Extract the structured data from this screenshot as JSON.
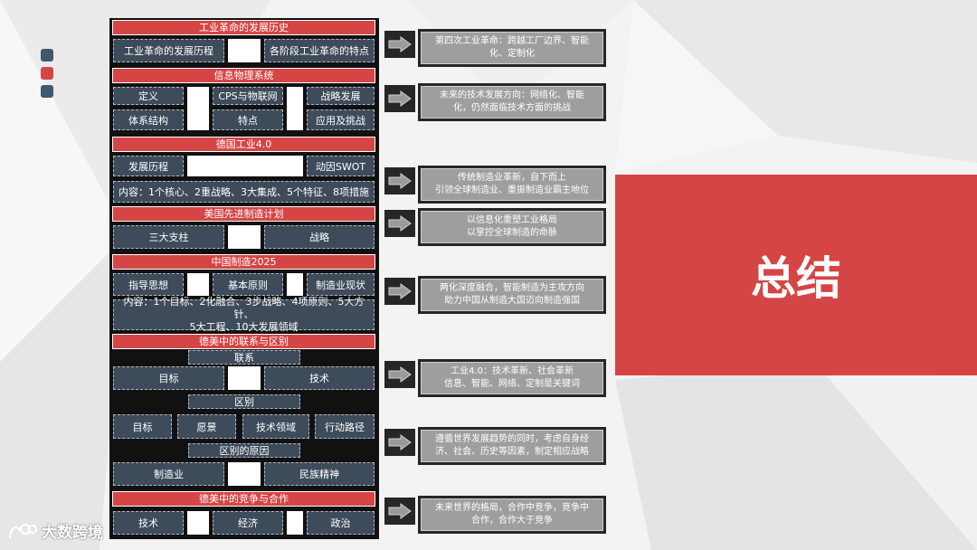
{
  "colors": {
    "accent_red": "#d64545",
    "cell_blue": "#3e4b5a",
    "side_dot_blue": "#3f5870",
    "note_gray": "#9e9e9e"
  },
  "side_dots": [
    {
      "color": "#3f5870"
    },
    {
      "color": "#d64545"
    },
    {
      "color": "#3f5870"
    }
  ],
  "sections": {
    "s1": {
      "title": "工业革命的发展历史",
      "cells": [
        "工业革命的发展历程",
        "各阶段工业革命的特点"
      ]
    },
    "s2": {
      "title": "信息物理系统",
      "cells": [
        "定义",
        "CPS与物联网",
        "战略发展",
        "体系结构",
        "特点",
        "应用及挑战"
      ]
    },
    "s3": {
      "title": "德国工业4.0",
      "cells": [
        "发展历程",
        "动因SWOT"
      ],
      "content": "内容：1个核心、2重战略、3大集成、5个特征、8项措施"
    },
    "s4": {
      "title": "美国先进制造计划",
      "cells": [
        "三大支柱",
        "战略"
      ]
    },
    "s5": {
      "title": "中国制造2025",
      "cells": [
        "指导思想",
        "基本原则",
        "制造业现状"
      ],
      "content_line1": "内容：1个目标、2化融合、3步战略、4项原则、5大方针、",
      "content_line2": "5大工程、10大发展领域"
    },
    "s6": {
      "title": "德美中的联系与区别",
      "sub1": "联系",
      "cells1": [
        "目标",
        "技术"
      ],
      "sub2": "区别",
      "cells2": [
        "目标",
        "愿景",
        "技术领域",
        "行动路径"
      ],
      "sub3": "区别的原因",
      "cells3": [
        "制造业",
        "民族精神"
      ]
    },
    "s7": {
      "title": "德美中的竞争与合作",
      "cells": [
        "技术",
        "经济",
        "政治"
      ]
    }
  },
  "notes": [
    {
      "line1": "第四次工业革命：跨越工厂边界、智能",
      "line2": "化、定制化"
    },
    {
      "line1": "未来的技术发展方向：网络化、智能",
      "line2": "化，仍然面临技术方面的挑战"
    },
    {
      "line1": "传统制造业革新，自下而上",
      "line2": "引领全球制造业、重振制造业霸主地位"
    },
    {
      "line1": "以信息化重塑工业格局",
      "line2": "以掌控全球制造的命脉"
    },
    {
      "line1": "两化深度融合，智能制造为主攻方向",
      "line2": "助力中国从制造大国迈向制造强国"
    },
    {
      "line1": "工业4.0：技术革新、社会革新",
      "line2": "信息、智能、网络、定制是关键词"
    },
    {
      "line1": "遵循世界发展趋势的同时，考虑自身经",
      "line2": "济、社会、历史等因素，制定相应战略"
    },
    {
      "line1": "未来世界的格局，合作中竞争，竞争中",
      "line2": "合作，合作大于竞争"
    }
  ],
  "banner": {
    "title": "总结"
  },
  "watermark": {
    "text": "大数跨境"
  }
}
